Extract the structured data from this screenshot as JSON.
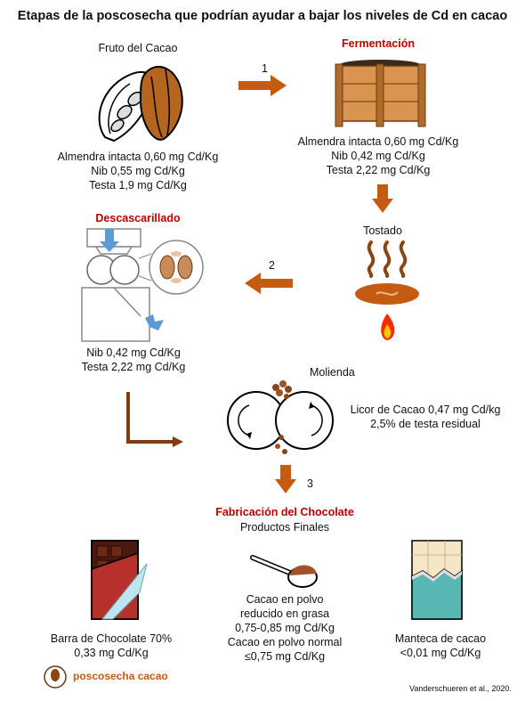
{
  "title": "Etapas de la poscosecha que podrían ayudar a bajar los niveles de Cd en cacao",
  "steps": {
    "fruto": {
      "label": "Fruto del Cacao",
      "lines": [
        "Almendra intacta 0,60 mg Cd/Kg",
        "Nib 0,55 mg Cd/Kg",
        "Testa 1,9 mg Cd/Kg"
      ]
    },
    "fermentacion": {
      "label": "Fermentación",
      "lines": [
        "Almendra intacta 0,60 mg Cd/Kg",
        "Nib 0,42 mg Cd/Kg",
        "Testa 2,22 mg Cd/Kg"
      ]
    },
    "tostado": {
      "label": "Tostado"
    },
    "descascarillado": {
      "label": "Descascarillado",
      "lines": [
        "Nib 0,42 mg Cd/Kg",
        "Testa 2,22 mg Cd/Kg"
      ]
    },
    "molienda": {
      "label": "Molienda",
      "lines": [
        "Licor de Cacao 0,47 mg Cd/kg",
        "2,5% de testa residual"
      ]
    },
    "fabricacion": {
      "label": "Fabricación del Chocolate",
      "sublabel": "Productos Finales"
    }
  },
  "arrow_numbers": [
    "1",
    "2",
    "3"
  ],
  "products": {
    "barra": [
      "Barra de Chocolate 70%",
      "0,33 mg Cd/Kg"
    ],
    "polvo": [
      "Cacao en polvo",
      "reducido en grasa",
      "0,75-0,85 mg Cd/Kg",
      "Cacao en polvo normal",
      "≤0,75 mg Cd/Kg"
    ],
    "manteca": [
      "Manteca de cacao",
      "<0,01 mg Cd/Kg"
    ]
  },
  "logo_text": "poscosecha cacao",
  "citation": "Vanderschueren et al., 2020.",
  "colors": {
    "arrow": "#c55a11",
    "heading_red": "#c00000",
    "cocoa_brown": "#8b4513",
    "bar_red": "#b7312c"
  }
}
